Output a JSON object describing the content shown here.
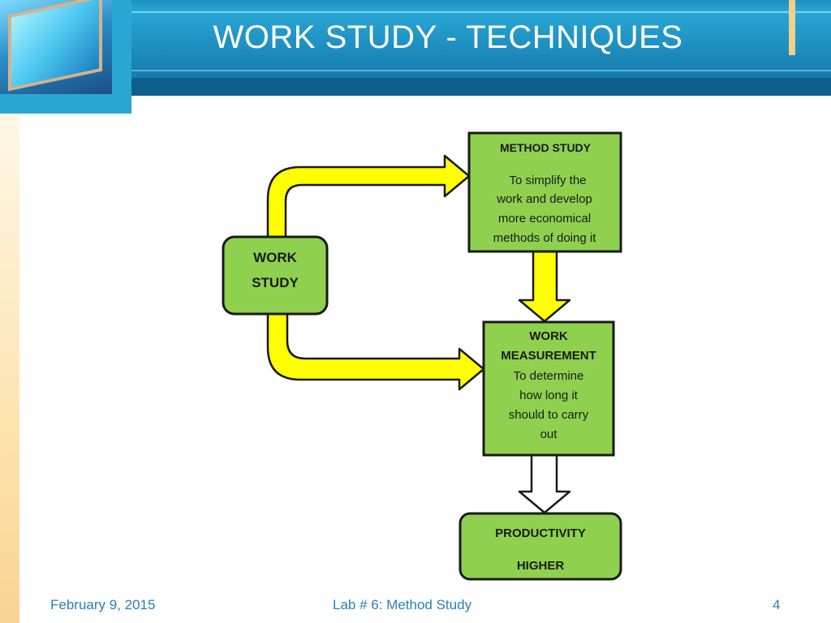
{
  "slide": {
    "title": "WORK STUDY - TECHNIQUES",
    "accent_color": "#1b86b8"
  },
  "diagram": {
    "nodes": {
      "work_study": {
        "lines": [
          "WORK",
          "STUDY"
        ]
      },
      "method_study": {
        "heading": "METHOD STUDY",
        "lines": [
          "To simplify the",
          "work and  develop",
          "more economical",
          "methods of doing it"
        ]
      },
      "work_measurement": {
        "lines": [
          "WORK",
          "MEASUREMENT",
          "To determine",
          "how long it",
          "should to carry",
          "out"
        ]
      },
      "productivity": {
        "lines": [
          "PRODUCTIVITY",
          "HIGHER"
        ]
      }
    },
    "colors": {
      "box": "#8fd14f",
      "arrow": "#ffff00",
      "outline": "#1a1a1a"
    }
  },
  "footer": {
    "date": "February 9, 2015",
    "center": "Lab # 6: Method Study",
    "page": "4"
  }
}
